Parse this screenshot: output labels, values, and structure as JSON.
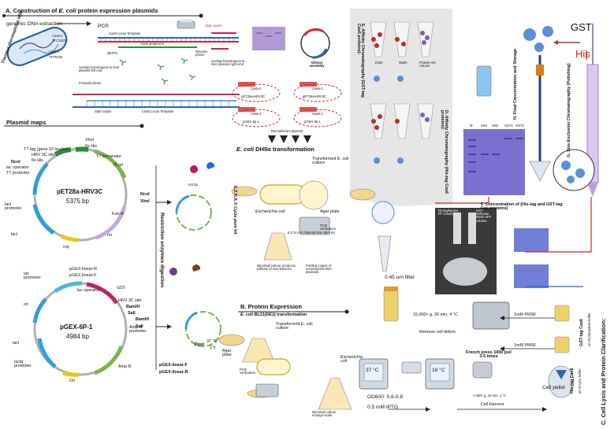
{
  "section_a": {
    "title_prefix": "A. Construction of ",
    "title_italic": "E. coli",
    "title_suffix": " protein expression plasmids",
    "genomic": "genomic DNA extraction",
    "organism": "Thermus thermophilus HB8",
    "cas6_2": "Cas6-2",
    "ttc1927": "TTC1927",
    "cas6_1": "Cas6-1",
    "ttp0204": "TTP0204",
    "pcr": "PCR",
    "cas6_template": "Cas6 Locus Template",
    "cas6_amplicons": "Cas6 amplicons",
    "stop_codon": "Stop codon",
    "dntps": "dNTPs",
    "reverse_primer": "Reverse primer",
    "overlap_left": "overlap homologous to liner plasmid left end",
    "overlap_right": "overlap homologous to liner plasmid right end",
    "forward_primer": "Forward primer",
    "start_codon": "Start codon",
    "cas6_template2": "Cas6 Locus Template",
    "gibson": "Gibson assembly",
    "recombinant": "Recombinant plasmid",
    "cas6_label": "Cas6",
    "cas6_1_lbl": "Cas6-1",
    "cas6_2_lbl": "Cas6-2",
    "pet_hrv": "pET28a-HRV3C",
    "pgex": "pGEX-6p-1"
  },
  "plasmid_maps": {
    "title": "Plasmid maps",
    "pet28a": {
      "name": "pET28a-HRV3C",
      "size": "5375 bp",
      "labels": [
        "XhoI",
        "6x His",
        "T7 tag (gene 10 leader)",
        "HRV 3C site",
        "6x His",
        "NcoI",
        "lac operator",
        "T7 promoter",
        "T7 terminator",
        "f1 ori",
        "Kan R",
        "lacI",
        "lacI promoter",
        "ori",
        "rop"
      ]
    },
    "pgex": {
      "name": "pGEX-6P-1",
      "size": "4984 bp",
      "labels": [
        "pGEX-linear-R",
        "pGEX-linear-F",
        "lac promoter",
        "lac operator",
        "GST",
        "HRV 3C site",
        "BamHI",
        "SalI",
        "Amp R promoter",
        "Amp R",
        "lacI",
        "lacIq promoter",
        "ori",
        "Ori"
      ]
    }
  },
  "digestion": {
    "label": "Restriction enzymes digestion",
    "ncoi": "NcoI",
    "xhoi": "XhoI",
    "bamhi": "BamHI",
    "sali": "SalI",
    "bp": "144 bp",
    "dpni": "DpnI",
    "temp": "37 °C",
    "time": "2 h",
    "pgex_f": "pGEX-linear-F",
    "pgex_r": "pGEX-linear-R"
  },
  "transformation": {
    "title_italic": "E. coli",
    "title_rest": " DH5α  transformation",
    "transformed": "Transformed E. coli culture",
    "escherichia": "Escherichia coli",
    "agar": "Agar plate",
    "pcr_verif": "PCR verification",
    "kit": "E.Z.N.A.® Plasmid DNA Mini Kit",
    "kit_side": "E.Z.N.A.® Cycle pure kit",
    "microbial": "Microbial culture produces millions of new bacteria",
    "purified": "Purified copies of recombinant DNA plasmids"
  },
  "expression": {
    "title": "B. Protein Expression",
    "sub_italic": "E. coli BL21(DE3)",
    "sub_rest": " transformation",
    "transformed": "Transformed E. coli culture",
    "agar": "Agar plate",
    "pcr_verif": "PCR verification",
    "escherichia": "Escherichia coli",
    "microbial": "Microbial culture enlarge-scale",
    "temp1": "37 °C",
    "od": "OD600: 0.6-0.8",
    "iptg": "0.5 mM IPTG",
    "temp2": "18 °C",
    "centrifuge": "7,000× g, 10 min,  4 °C",
    "harvest": "Cell Harvest",
    "pellet": "Cell pellet"
  },
  "lysis": {
    "title": "C. Cell Lysis and Protein Clarification:",
    "french": "French press 1000 psi/ 3-5 times",
    "spin": "15,000× g, 30 min,  4 °C",
    "debris": "Remove cell debris",
    "pmsf1": "1mM PMSF",
    "pmsf2": "1mM PMSF",
    "gst_cas6": "GST-tag Cas6",
    "his_cas6": "His-tag Cas6",
    "buffer1": "40 ml phosphate buffer",
    "buffer2": "40 ml lysis buffer",
    "filter": "0.45 um filter"
  },
  "affinity": {
    "d": "D. Affinity Chromatography (His-tag Cas6 proteins):",
    "e": "E. Affinity Chromatography (GST-tag Cas6 proteins):",
    "ni": "Ni-Sepharose FF column",
    "gst_col": "GST-Sefinose Resin 4FF column",
    "tubes": [
      "Elute",
      "Wash",
      "Protein His column"
    ]
  },
  "concentration": {
    "f": "F. Concentration of (His-tag and GST-tag Cas proteins)",
    "g": "G. Size-Exclusion Chromatography (Polishing)",
    "h": "H. Final Concentration and Storage",
    "gst": "GST",
    "his": "His",
    "lanes": [
      "M",
      "His1",
      "His2",
      "GST1",
      "GST2"
    ]
  },
  "colors": {
    "gray_panel": "#e6e6e6",
    "red": "#d62728",
    "blue": "#2e63b8",
    "green": "#2e8b3d",
    "gel": "#7b6fd0"
  }
}
